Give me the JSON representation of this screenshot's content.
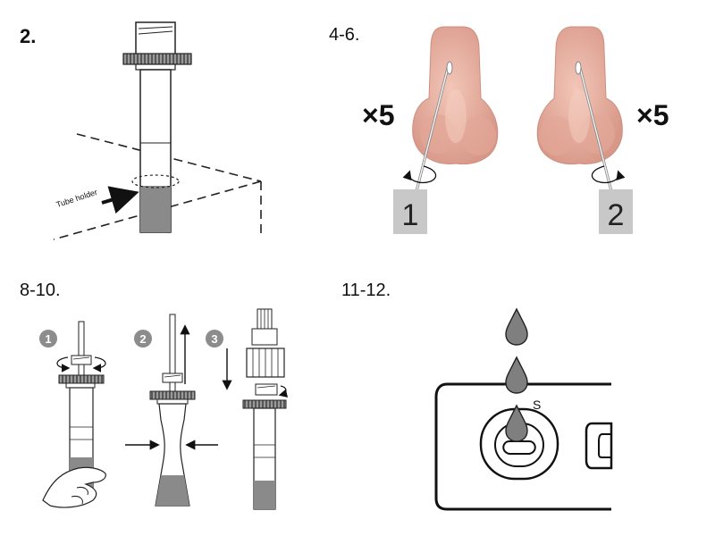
{
  "steps": {
    "step_a": "2.",
    "step_b": "4-6.",
    "step_c": "8-10.",
    "step_d": "11-12."
  },
  "panel_tube": {
    "label": "Tube holder"
  },
  "panel_nose": {
    "left_count": "×5",
    "right_count": "×5",
    "box_left": "1",
    "box_right": "2"
  },
  "panel_swab": {
    "badge_1": "1",
    "badge_2": "2",
    "badge_3": "3"
  },
  "panel_cassette": {
    "well_letter": "S"
  },
  "colors": {
    "skin": "#e8b3a4",
    "skin_shadow": "#d18e80",
    "liquid": "#8a8a8a",
    "box_gray": "#c8c8c8",
    "badge_gray": "#8c8c8c"
  }
}
